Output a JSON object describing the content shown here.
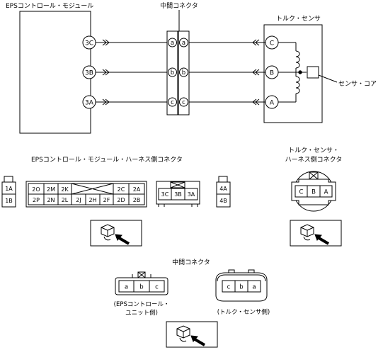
{
  "labels": {
    "eps_module": "EPSコントロール・モジュール",
    "middle_connector": "中間コネクタ",
    "torque_sensor": "トルク・センサ",
    "sensor_core": "センサ・コア",
    "harness_connector": "EPSコントロール・モジュール・ハーネス側コネクタ",
    "ts_harness_line1": "トルク・センサ・",
    "ts_harness_line2": "ハーネス側コネクタ",
    "middle_connector_2": "中間コネクタ",
    "eps_unit_side_line1": "(EPSコントロール・",
    "eps_unit_side_line2": "ユニット側)",
    "ts_side": "(トルク・センサ側)"
  },
  "terminals": {
    "module": [
      "3C",
      "3B",
      "3A"
    ],
    "middle_left": [
      "a",
      "b",
      "c"
    ],
    "middle_right": [
      "a",
      "b",
      "c"
    ],
    "sensor": [
      "C",
      "B",
      "A"
    ]
  },
  "connectors": {
    "c1": [
      "1A",
      "1B"
    ],
    "c2_top": [
      "2O",
      "2M",
      "2K",
      "2C",
      "2A"
    ],
    "c2_bottom": [
      "2P",
      "2N",
      "2L",
      "2J",
      "2H",
      "2F",
      "2D",
      "2B"
    ],
    "c3": [
      "3C",
      "3B",
      "3A"
    ],
    "c4": [
      "4A",
      "4B"
    ],
    "torque": [
      "C",
      "B",
      "A"
    ],
    "mid_eps": [
      "a",
      "b",
      "c"
    ],
    "mid_ts": [
      "c",
      "b",
      "a"
    ]
  }
}
